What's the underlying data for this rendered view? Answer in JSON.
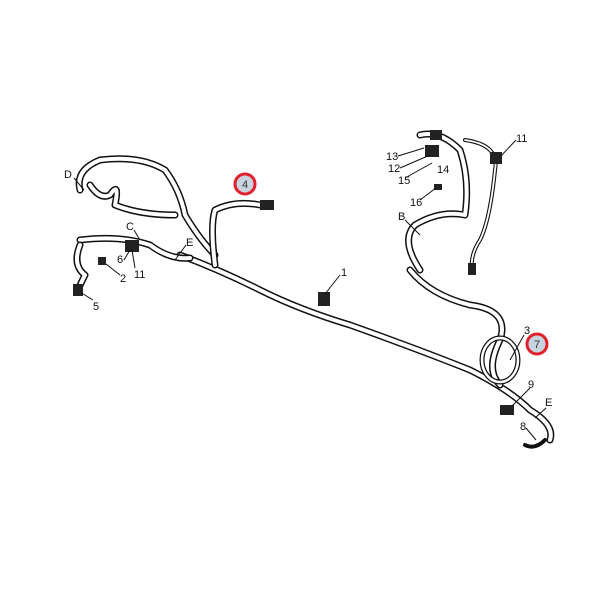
{
  "diagram": {
    "title": "Wiring harness parts diagram",
    "labels": {
      "D": "D",
      "C": "C",
      "E_left": "E",
      "n6": "6",
      "n11_left": "11",
      "n2": "2",
      "n5": "5",
      "n4": "4",
      "n1": "1",
      "n11_right": "11",
      "n13": "13",
      "n12": "12",
      "n14": "14",
      "n15": "15",
      "n16": "16",
      "B": "B",
      "n3": "3",
      "n7": "7",
      "n9": "9",
      "E_right": "E",
      "n8": "8"
    },
    "highlight_color": "#e0202a",
    "callout_fill": "#c9d3e0"
  }
}
